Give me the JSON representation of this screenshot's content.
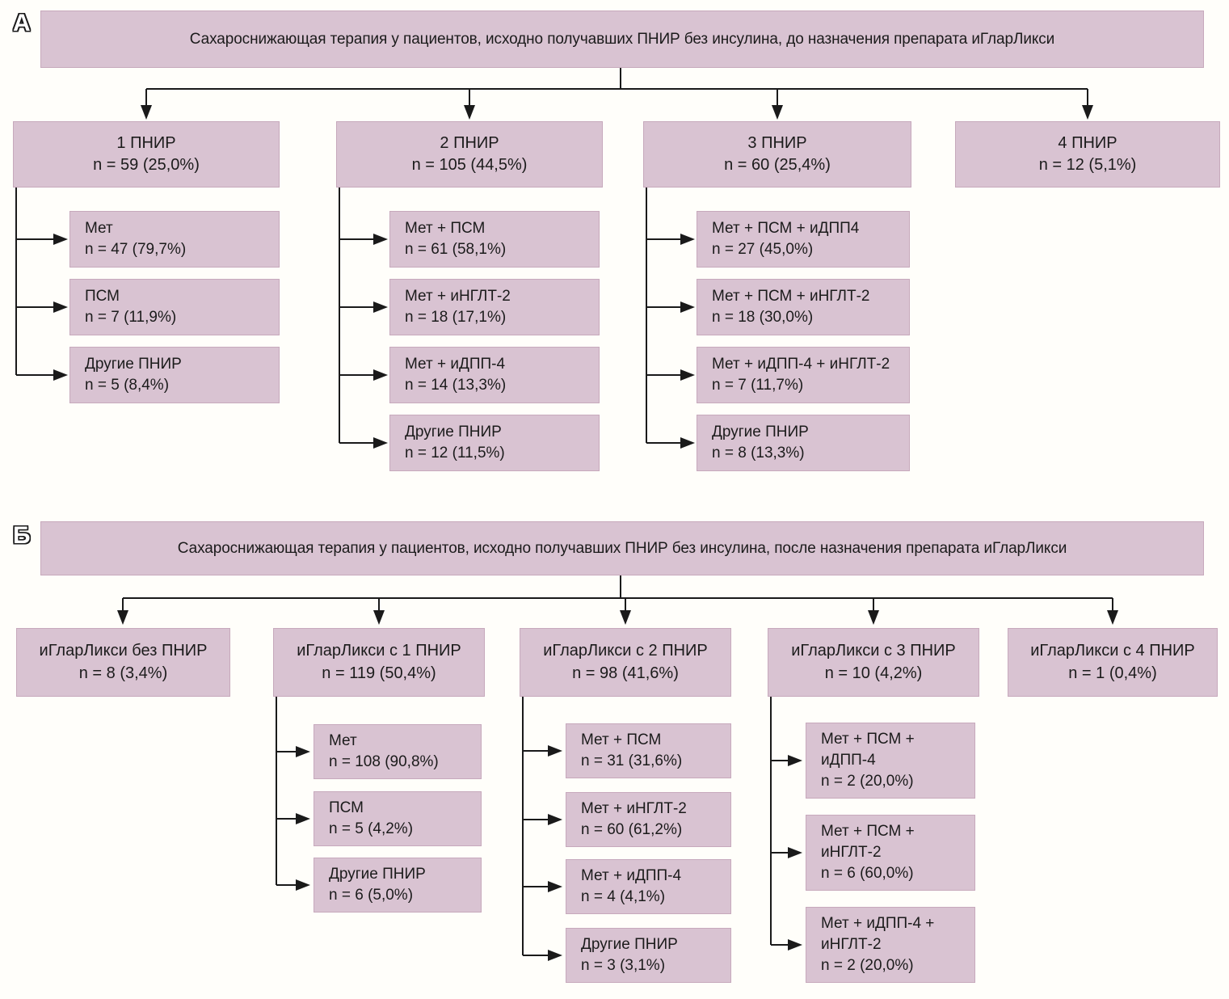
{
  "figure": {
    "background": "#fffefa",
    "box_fill": "#d9c3d2",
    "box_border": "#c7a9bc",
    "line_color": "#1a1a1a"
  },
  "section_a": {
    "label": "А",
    "title": "Сахароснижающая терапия у пациентов, исходно получавших ПНИР без инсулина, до назначения препарата иГларЛикси",
    "groups": [
      {
        "header": {
          "t1": "1 ПНИР",
          "t2": "n = 59 (25,0%)"
        },
        "items": [
          {
            "t1": "Мет",
            "t2": "n = 47 (79,7%)"
          },
          {
            "t1": "ПСМ",
            "t2": "n = 7 (11,9%)"
          },
          {
            "t1": "Другие ПНИР",
            "t2": "n = 5 (8,4%)"
          }
        ]
      },
      {
        "header": {
          "t1": "2 ПНИР",
          "t2": "n = 105 (44,5%)"
        },
        "items": [
          {
            "t1": "Мет + ПСМ",
            "t2": "n = 61 (58,1%)"
          },
          {
            "t1": "Мет + иНГЛТ-2",
            "t2": "n = 18 (17,1%)"
          },
          {
            "t1": "Мет + иДПП-4",
            "t2": "n = 14 (13,3%)"
          },
          {
            "t1": "Другие ПНИР",
            "t2": "n = 12 (11,5%)"
          }
        ]
      },
      {
        "header": {
          "t1": "3 ПНИР",
          "t2": "n = 60 (25,4%)"
        },
        "items": [
          {
            "t1": "Мет + ПСМ + иДПП4",
            "t2": "n = 27 (45,0%)"
          },
          {
            "t1": "Мет + ПСМ + иНГЛТ-2",
            "t2": "n = 18 (30,0%)"
          },
          {
            "t1": "Мет + иДПП-4 + иНГЛТ-2",
            "t2": "n = 7 (11,7%)"
          },
          {
            "t1": "Другие ПНИР",
            "t2": "n = 8 (13,3%)"
          }
        ]
      },
      {
        "header": {
          "t1": "4 ПНИР",
          "t2": "n = 12 (5,1%)"
        },
        "items": []
      }
    ]
  },
  "section_b": {
    "label": "Б",
    "title": "Сахароснижающая терапия у пациентов, исходно получавших ПНИР без инсулина, после назначения препарата иГларЛикси",
    "groups": [
      {
        "header": {
          "t1": "иГларЛикси без ПНИР",
          "t2": "n = 8 (3,4%)"
        },
        "items": []
      },
      {
        "header": {
          "t1": "иГларЛикси с 1 ПНИР",
          "t2": "n = 119 (50,4%)"
        },
        "items": [
          {
            "t1": "Мет",
            "t2": "n = 108 (90,8%)"
          },
          {
            "t1": "ПСМ",
            "t2": "n = 5 (4,2%)"
          },
          {
            "t1": "Другие ПНИР",
            "t2": "n = 6 (5,0%)"
          }
        ]
      },
      {
        "header": {
          "t1": "иГларЛикси с 2 ПНИР",
          "t2": "n = 98 (41,6%)"
        },
        "items": [
          {
            "t1": "Мет + ПСМ",
            "t2": "n = 31 (31,6%)"
          },
          {
            "t1": "Мет + иНГЛТ-2",
            "t2": "n = 60 (61,2%)"
          },
          {
            "t1": "Мет + иДПП-4",
            "t2": "n = 4 (4,1%)"
          },
          {
            "t1": "Другие ПНИР",
            "t2": "n = 3 (3,1%)"
          }
        ]
      },
      {
        "header": {
          "t1": "иГларЛикси с 3 ПНИР",
          "t2": "n = 10 (4,2%)"
        },
        "items": [
          {
            "t1": "Мет + ПСМ +",
            "t2": "иДПП-4",
            "t3": "n = 2 (20,0%)"
          },
          {
            "t1": "Мет + ПСМ +",
            "t2": "иНГЛТ-2",
            "t3": "n = 6 (60,0%)"
          },
          {
            "t1": "Мет + иДПП-4 +",
            "t2": "иНГЛТ-2",
            "t3": "n = 2 (20,0%)"
          }
        ]
      },
      {
        "header": {
          "t1": "иГларЛикси с 4 ПНИР",
          "t2": "n = 1 (0,4%)"
        },
        "items": []
      }
    ]
  }
}
